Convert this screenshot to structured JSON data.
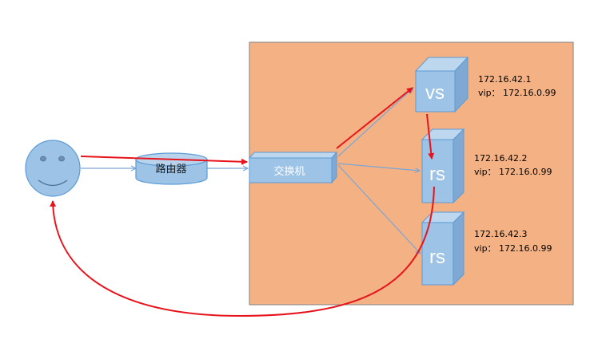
{
  "nodes": {
    "router": {
      "label": "路由器"
    },
    "switch": {
      "label": "交换机"
    },
    "vs": {
      "label": "vs",
      "ip": "172.16.42.1",
      "vip": "vip： 172.16.0.99"
    },
    "rs1": {
      "label": "rs",
      "ip": "172.16.42.2",
      "vip": "vip： 172.16.0.99"
    },
    "rs2": {
      "label": "rs",
      "ip": "172.16.42.3",
      "vip": "vip： 172.16.0.99"
    }
  },
  "colors": {
    "cluster_bg": "#f4b183",
    "node_fill": "#9dc3e6",
    "node_stroke": "#5b9bd5",
    "request_arrow": "#e8141c",
    "link_arrow": "#7aa6d6"
  }
}
